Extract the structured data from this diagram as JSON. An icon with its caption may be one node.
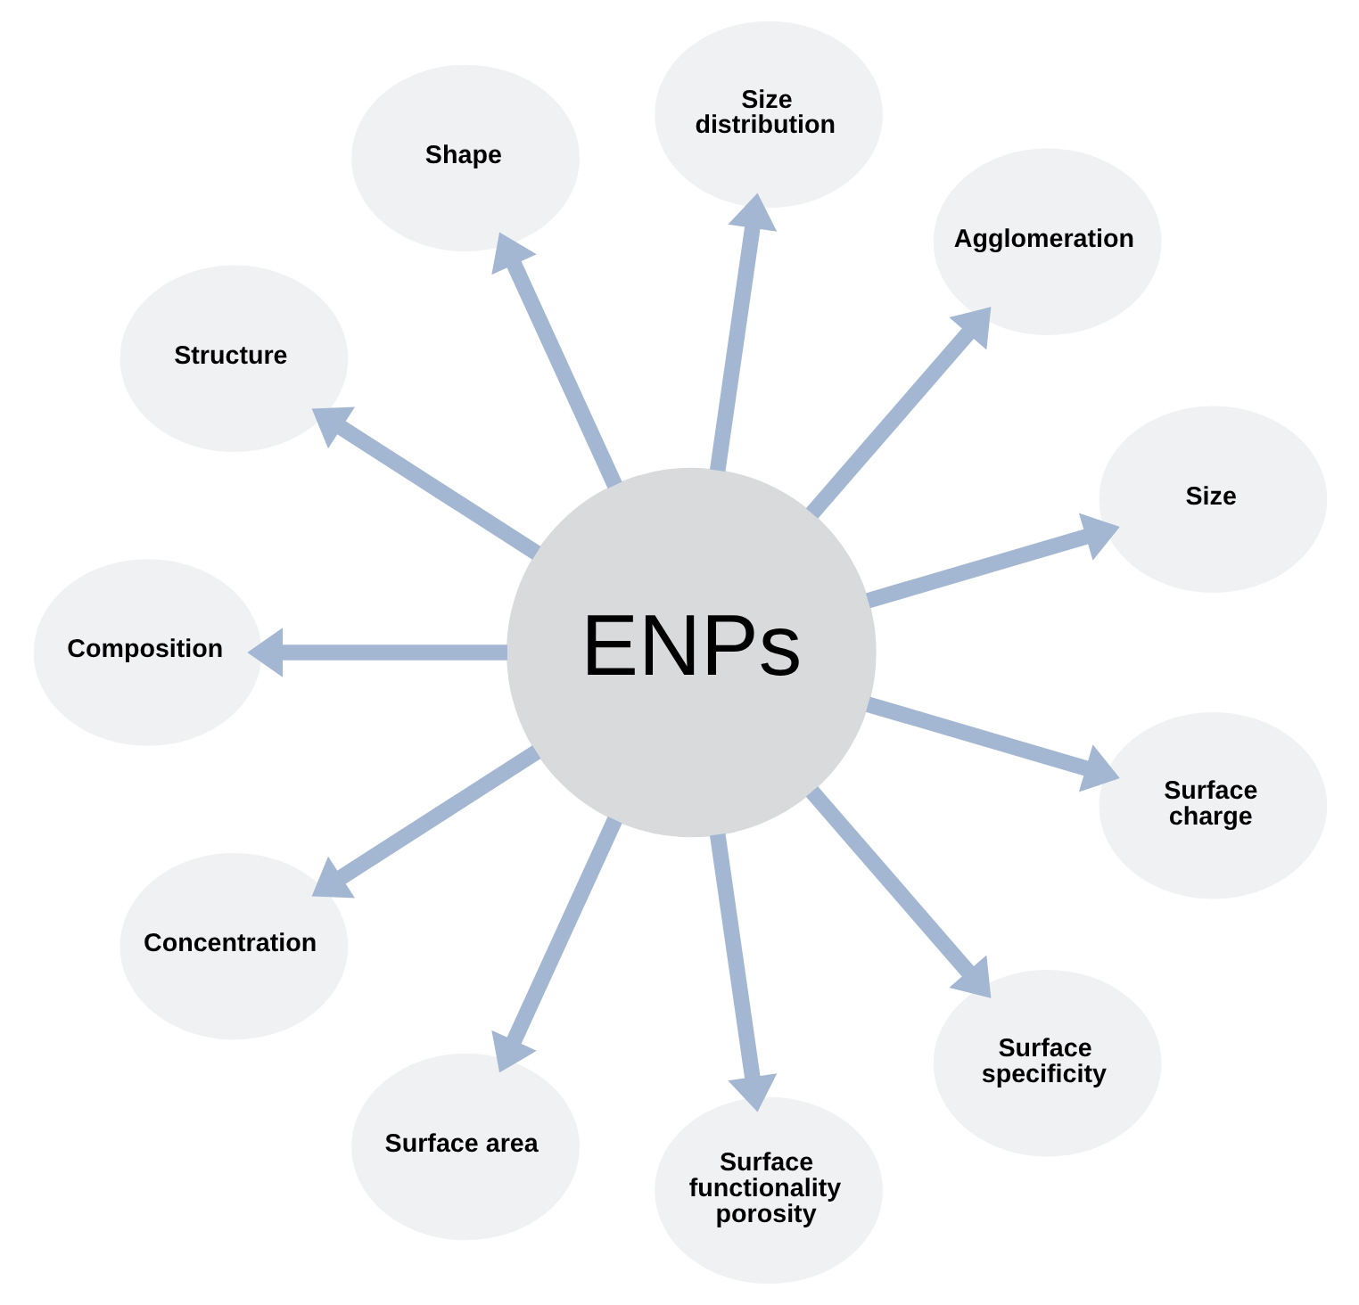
{
  "diagram": {
    "nodes": [
      {
        "text": [
          "ENPs"
        ]
      },
      {
        "text": [
          "Size"
        ]
      },
      {
        "text": [
          "Agglomeration"
        ]
      },
      {
        "text": [
          "Size distribution"
        ]
      },
      {
        "text": [
          "Shape"
        ]
      },
      {
        "text": [
          "Structure"
        ]
      },
      {
        "text": [
          "Composition"
        ]
      },
      {
        "text": [
          "Concentration"
        ]
      },
      {
        "text": [
          "Surface area"
        ]
      },
      {
        "text": [
          "Surface functionality porosity"
        ]
      },
      {
        "text": [
          "Surface specificity"
        ]
      },
      {
        "text": [
          "Surface charge"
        ]
      }
    ],
    "edges": [
      {
        "from": 0,
        "to": 1,
        "arrow": "to"
      },
      {
        "from": 0,
        "to": 2,
        "arrow": "to"
      },
      {
        "from": 0,
        "to": 3,
        "arrow": "to"
      },
      {
        "from": 0,
        "to": 4,
        "arrow": "to"
      },
      {
        "from": 0,
        "to": 5,
        "arrow": "to"
      },
      {
        "from": 0,
        "to": 6,
        "arrow": "to"
      },
      {
        "from": 0,
        "to": 7,
        "arrow": "to"
      },
      {
        "from": 0,
        "to": 8,
        "arrow": "to"
      },
      {
        "from": 0,
        "to": 9,
        "arrow": "to"
      },
      {
        "from": 0,
        "to": 10,
        "arrow": "to"
      },
      {
        "from": 0,
        "to": 11,
        "arrow": "to"
      }
    ]
  }
}
